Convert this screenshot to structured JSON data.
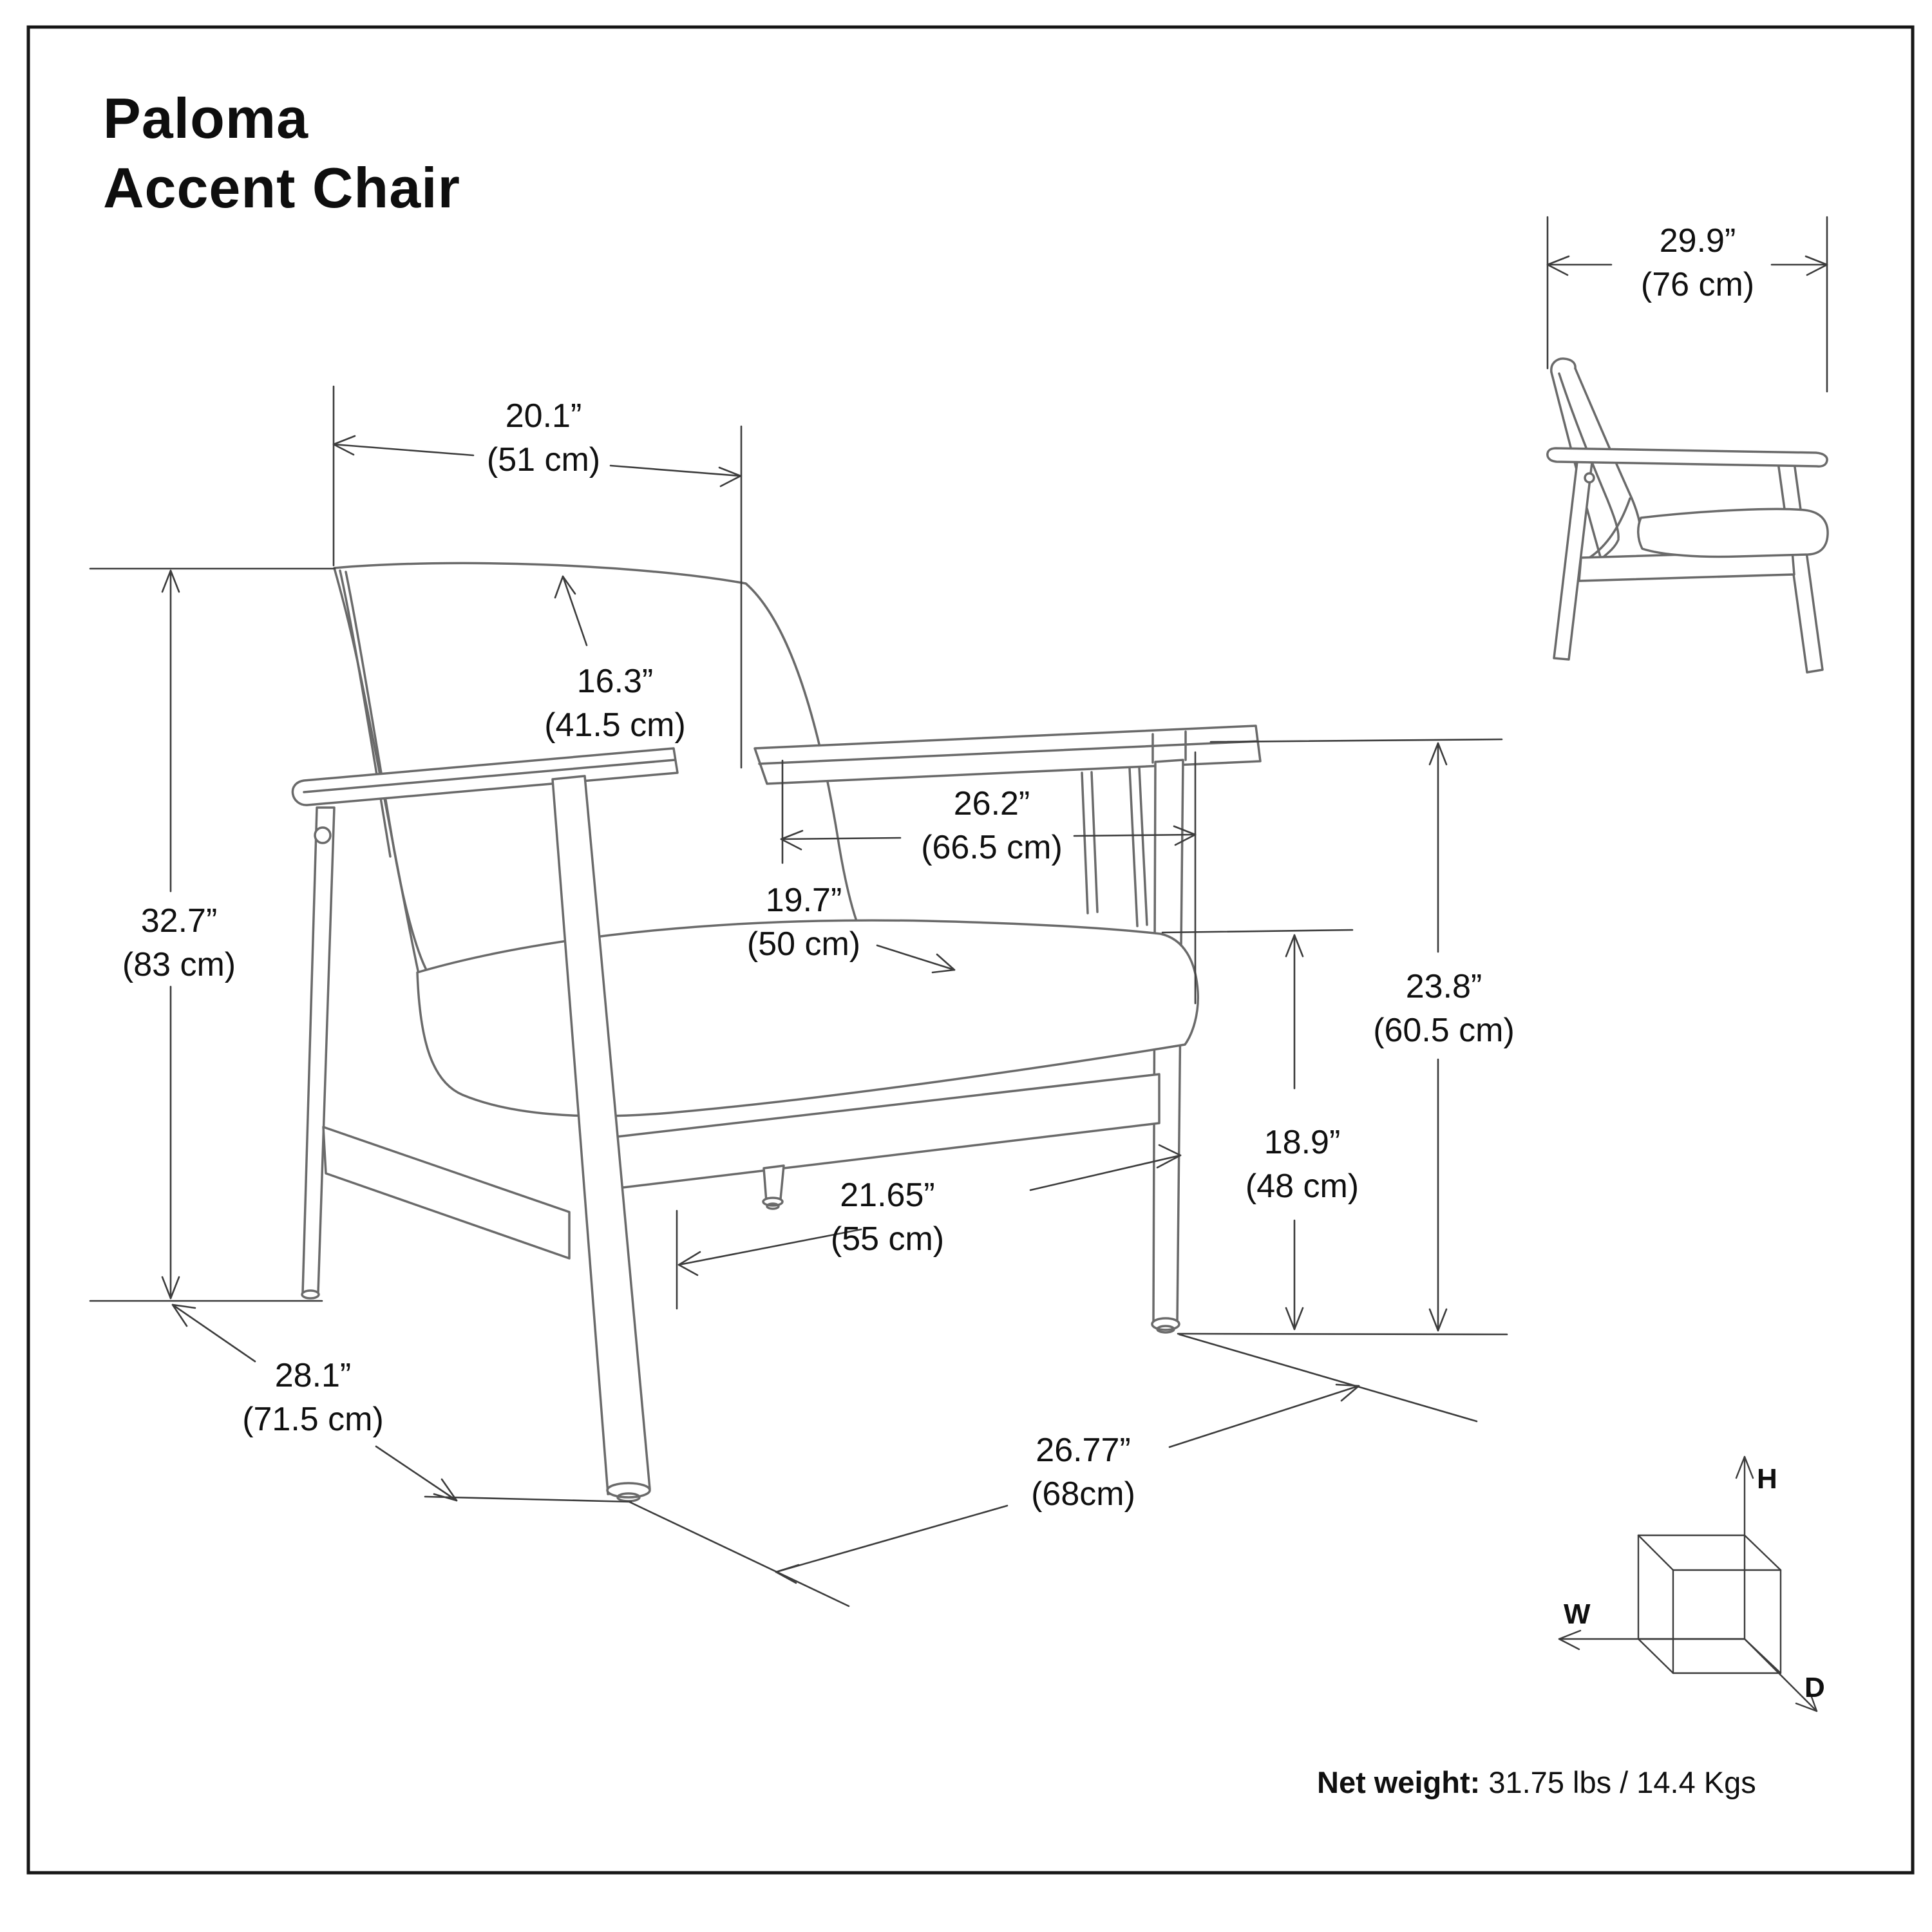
{
  "page": {
    "title_line1": "Paloma",
    "title_line2": "Accent Chair"
  },
  "dimensions": {
    "back_width": {
      "in": "20.1”",
      "cm": "(51 cm)"
    },
    "back_height": {
      "in": "16.3”",
      "cm": "(41.5 cm)"
    },
    "inner_width": {
      "in": "26.2”",
      "cm": "(66.5 cm)"
    },
    "seat_width": {
      "in": "19.7”",
      "cm": "(50 cm)"
    },
    "overall_height": {
      "in": "32.7”",
      "cm": "(83 cm)"
    },
    "arm_height": {
      "in": "23.8”",
      "cm": "(60.5 cm)"
    },
    "seat_height": {
      "in": "18.9”",
      "cm": "(48 cm)"
    },
    "leg_span": {
      "in": "21.65”",
      "cm": "(55 cm)"
    },
    "overall_depth": {
      "in": "28.1”",
      "cm": "(71.5 cm)"
    },
    "floor_depth": {
      "in": "26.77”",
      "cm": "(68cm)"
    },
    "overall_width": {
      "in": "29.9”",
      "cm": "(76 cm)"
    }
  },
  "axes": {
    "height": "H",
    "width": "W",
    "depth": "D"
  },
  "net_weight": {
    "label": "Net weight:",
    "value": " 31.75 lbs / 14.4 Kgs"
  },
  "colors": {
    "background": "#ffffff",
    "line_art": "#6a6a6a",
    "dimension_lines": "#3c3c3c",
    "text": "#101010",
    "border": "#161616"
  }
}
